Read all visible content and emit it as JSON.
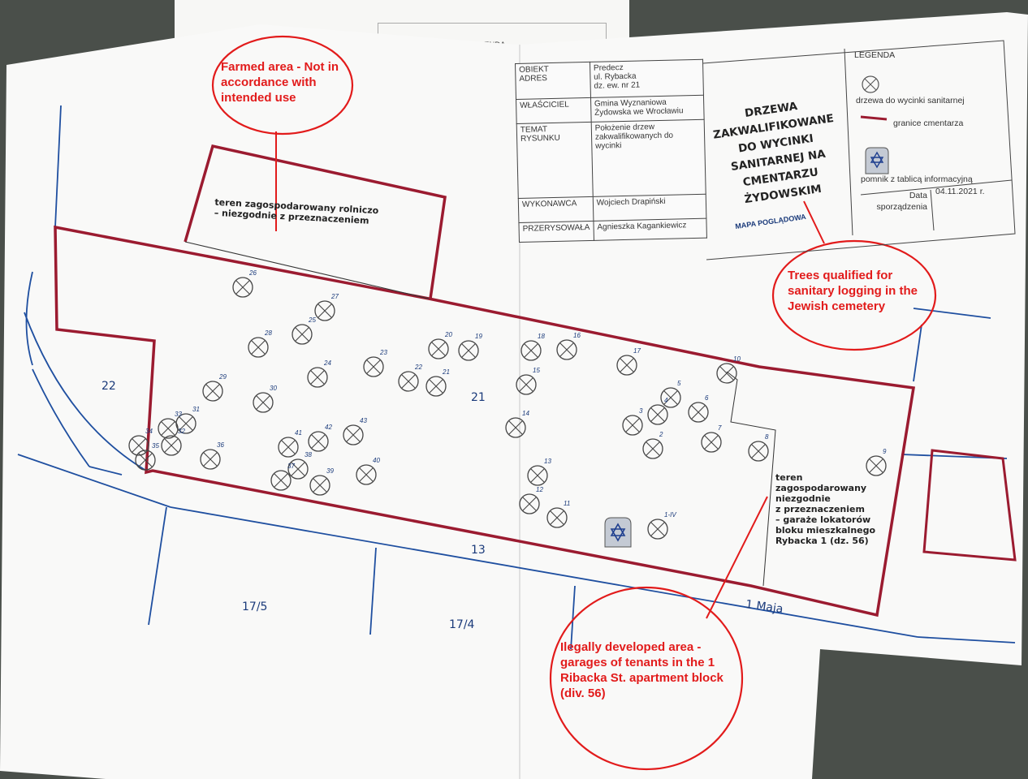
{
  "title_table": {
    "rows": [
      {
        "key": "OBIEKT\nADRES",
        "value": "Predecz\nul. Rybacka\ndz. ew. nr 21"
      },
      {
        "key": "WŁAŚCICIEL",
        "value": "Gmina Wyznaniowa\nŻydowska we Wrocławiu"
      },
      {
        "key": "TEMAT\nRYSUNKU",
        "value": "Położenie drzew\nzakwalifikowanych do\nwycinki"
      },
      {
        "key": "WYKONAWCA",
        "value": "Wojciech Drapiński"
      },
      {
        "key": "PRZERYSOWAŁA",
        "value": "Agnieszka Kagankiewicz"
      }
    ]
  },
  "drawing_title": {
    "lines": [
      "DRZEWA",
      "ZAKWALIFIKOWANE",
      "DO WYCINKI",
      "SANITARNEJ NA",
      "CMENTARZU",
      "ŻYDOWSKIM"
    ],
    "subtitle": "MAPA POGLĄDOWA"
  },
  "legend": {
    "heading": "LEGENDA",
    "back_heading": "LEGENDA",
    "tree_label": "drzewa do wycinki sanitarnej",
    "boundary_label": "granice cmentarza",
    "monument_label": "pomnik z tablicą informacyjną",
    "date_label": "Data\nsporządzenia",
    "date_value": "04.11.2021 r."
  },
  "annotations": {
    "farmed": "Farmed area - Not in accordance with intended use",
    "trees": "Trees qualified for sanitary logging in the Jewish cemetery",
    "garages": "Ilegally developed area - garages of tenants in the 1 Ribacka St. apartment block (div. 56)"
  },
  "map_notes": {
    "farmed_pl": "teren zagospodarowany rolniczo\n– niezgodnie z przeznaczeniem",
    "garages_pl": "teren\nzagospodarowany\nniezgodnie\nz przeznaczeniem\n– garaże lokatorów\nbloku mieszkalnego\nRybacka 1 (dz. 56)"
  },
  "parcels": {
    "p22": "22",
    "p21": "21",
    "p13": "13",
    "p17_5": "17/5",
    "p17_4": "17/4",
    "street": "1 Maja"
  },
  "tree_numbers": [
    "1-IV",
    "2",
    "3",
    "4",
    "5",
    "6",
    "7",
    "8",
    "9",
    "10",
    "11",
    "12",
    "13",
    "14",
    "15",
    "16",
    "17",
    "18",
    "19",
    "20",
    "21",
    "22",
    "23",
    "24",
    "25",
    "26",
    "27",
    "28",
    "29",
    "30",
    "31",
    "32",
    "33",
    "34",
    "35",
    "36",
    "37",
    "38",
    "39",
    "40",
    "41",
    "42",
    "43"
  ],
  "colors": {
    "boundary": "#9b1b30",
    "parcel_lines": "#1f4fa0",
    "annotation": "#e21b1b"
  }
}
